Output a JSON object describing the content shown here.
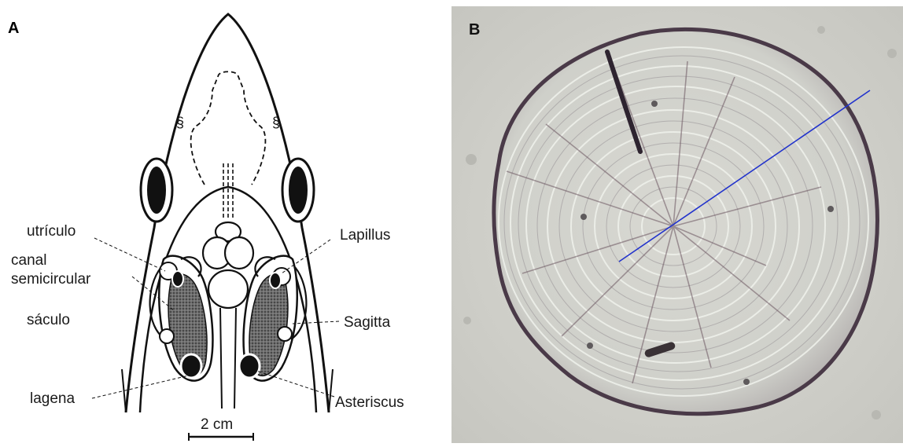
{
  "panels": {
    "a": {
      "letter": "A",
      "labels": {
        "utriculo": "utrículo",
        "canal": "canal",
        "semicircular": "semicircular",
        "saculo": "sáculo",
        "lagena": "lagena",
        "lapillus": "Lapillus",
        "sagitta": "Sagitta",
        "asteriscus": "Asteriscus"
      },
      "scale_bar": "2 cm"
    },
    "b": {
      "letter": "B"
    }
  },
  "colors": {
    "ink": "#111111",
    "fill_dark": "#555555",
    "photo_bg": "#cfcfc9",
    "otolith_edge": "#4a3a48",
    "measure_line": "#2233cc"
  }
}
